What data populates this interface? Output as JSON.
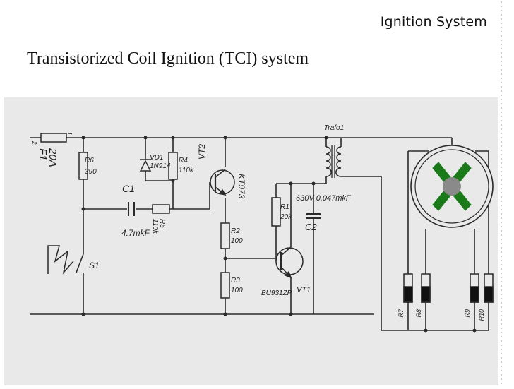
{
  "slide": {
    "header_title": "Ignition System",
    "main_title": "Transistorized Coil Ignition (TCI) system"
  },
  "diagram": {
    "labels": {
      "F1": "F1",
      "F1_rating": "20A",
      "fuse_pin1": "1",
      "fuse_pin2": "2",
      "R6": "R6",
      "R6_val": "390",
      "VD1": "VD1",
      "VD1_val": "1N914",
      "R4": "R4",
      "R4_val": "110k",
      "VT2": "VT2",
      "VT2_part": "KT973",
      "C1": "C1",
      "C1_val": "4.7mkF",
      "R5": "R5",
      "R5_val": "110k",
      "R1": "R1",
      "R1_val": "20k",
      "R2": "R2",
      "R2_val": "100",
      "R3": "R3",
      "R3_val": "100",
      "S1": "S1",
      "trafo": "Trafo1",
      "C2": "C2",
      "C2_val": "630V 0.047mkF",
      "VT1": "VT1",
      "VT1_part": "BU931ZP",
      "R7": "R7",
      "R8": "R8",
      "R9": "R9",
      "R10": "R10"
    },
    "colors": {
      "background": "#e9e9e9",
      "wire": "#2a2a2a",
      "distributor_blade": "#1a7a1a",
      "distributor_hub": "#8a8a8a"
    }
  }
}
